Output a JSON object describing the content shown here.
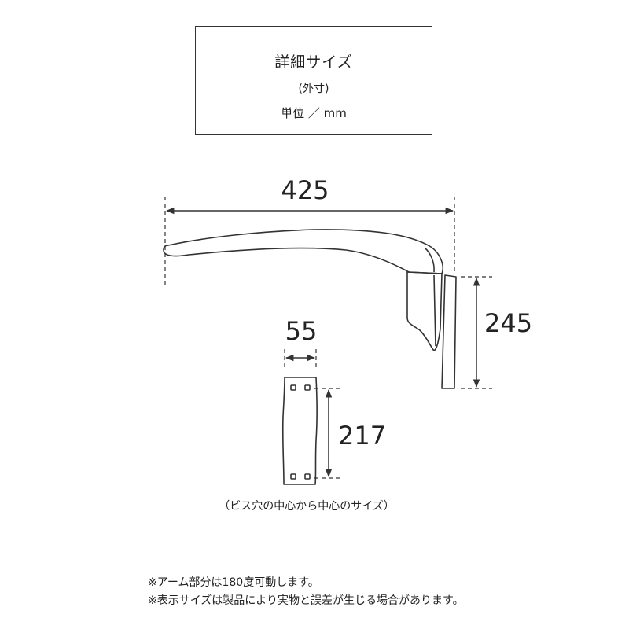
{
  "info_box": {
    "title": "詳細サイズ",
    "subtitle": "(外寸)",
    "unit": "単位 ／ mm"
  },
  "dimensions": {
    "arm_length": "425",
    "arm_height": "245",
    "plate_width": "55",
    "plate_hole_spacing": "217"
  },
  "caption": "（ビス穴の中心から中心のサイズ）",
  "notes": [
    "※アーム部分は180度可動します。",
    "※表示サイズは製品により実物と誤差が生じる場合があります。"
  ],
  "colors": {
    "line": "#333333",
    "text": "#222222"
  }
}
